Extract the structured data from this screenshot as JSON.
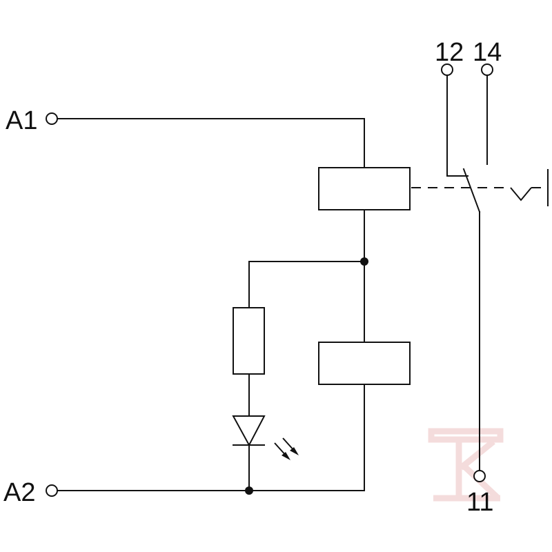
{
  "labels": {
    "a1": "A1",
    "a2": "A2",
    "t12": "12",
    "t14": "14",
    "t11": "11"
  },
  "colors": {
    "line": "#111111",
    "watermark": "#f4dcdc",
    "background": "#ffffff"
  }
}
